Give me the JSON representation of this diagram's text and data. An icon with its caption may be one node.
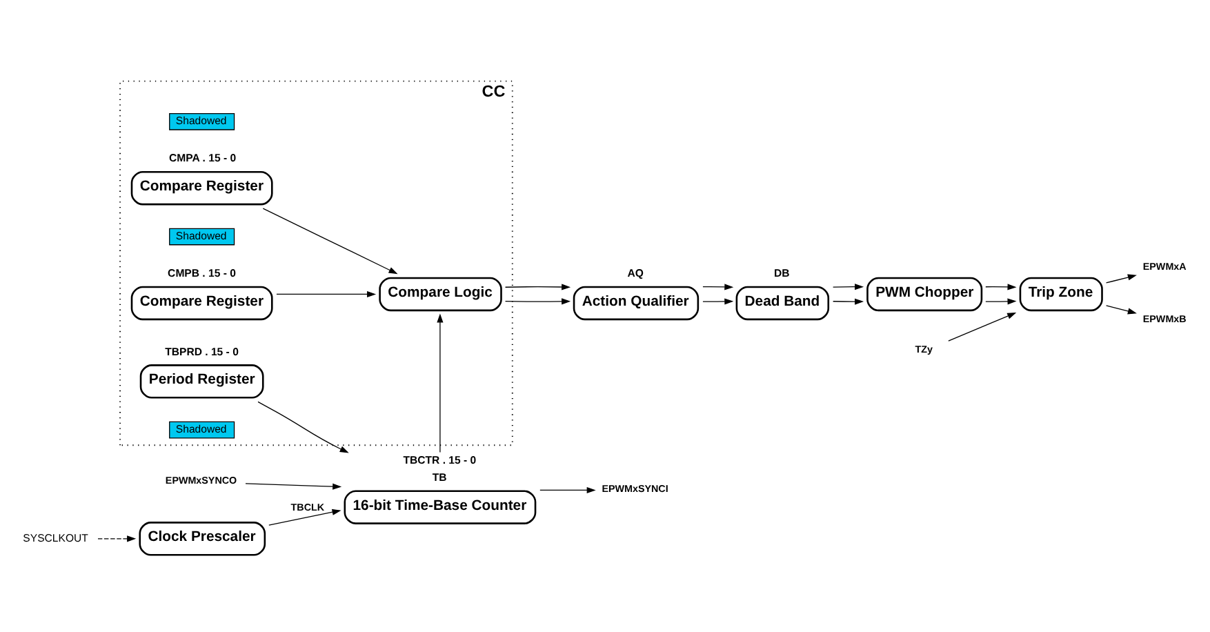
{
  "diagram": {
    "nodes": [
      {
        "text": [
          "Clock Prescaler"
        ]
      },
      {
        "text": [
          "CC"
        ]
      },
      {
        "text": [
          "Shadowed"
        ],
        "in": 1
      },
      {
        "text": [
          "Compare Register"
        ],
        "in": 1,
        "beside": [
          "CMPA . 15 - 0"
        ]
      },
      {
        "text": [
          "Shadowed"
        ],
        "in": 1
      },
      {
        "text": [
          "Compare Register"
        ],
        "in": 1,
        "beside": [
          "CMPB . 15 - 0"
        ]
      },
      {
        "text": [
          "16-bit Time-Base Counter"
        ],
        "beside": [
          "TBCTR . 15 - 0",
          "TB"
        ]
      },
      {
        "text": [
          "Compare Logic"
        ],
        "in": 1
      },
      {
        "text": [
          "Action Qualifier"
        ],
        "beside": [
          "AQ"
        ]
      },
      {
        "text": [
          "Dead Band"
        ],
        "beside": [
          "DB"
        ]
      },
      {
        "text": [
          "EPWMxSYNCI"
        ]
      },
      {
        "text": [
          "EPWMxSYNCO"
        ]
      },
      {
        "text": [
          "Period Register"
        ],
        "in": 1,
        "beside": [
          "TBPRD . 15 - 0"
        ]
      },
      {
        "text": [
          "Shadowed"
        ],
        "in": 1
      },
      {
        "text": [
          "PWM Chopper"
        ]
      },
      {
        "text": [
          "Trip Zone"
        ]
      },
      {
        "text": [
          "EPWMxA"
        ]
      },
      {
        "text": [
          "EPWMxB"
        ]
      },
      {
        "text": [
          "SYSCLKOUT"
        ]
      },
      {
        "text": [
          "TZy"
        ]
      }
    ],
    "edges": [
      {
        "from": 18,
        "to": 0,
        "arrow": "to",
        "style": "dashed"
      },
      {
        "from": 0,
        "to": 6,
        "arrow": "to",
        "label": "TBCLK"
      },
      {
        "from": 6,
        "to": 10,
        "arrow": "to"
      },
      {
        "from": 11,
        "to": 6,
        "arrow": "to"
      },
      {
        "from": 12,
        "to": 6,
        "arrow": "to"
      },
      {
        "from": 6,
        "to": 7,
        "arrow": "to"
      },
      {
        "from": 3,
        "to": 7,
        "arrow": "to"
      },
      {
        "from": 5,
        "to": 7,
        "arrow": "to"
      },
      {
        "from": 7,
        "to": 8,
        "arrow": "to"
      },
      {
        "from": 7,
        "to": 8,
        "arrow": "to"
      },
      {
        "from": 8,
        "to": 9,
        "arrow": "to"
      },
      {
        "from": 8,
        "to": 9,
        "arrow": "to"
      },
      {
        "from": 9,
        "to": 14,
        "arrow": "to"
      },
      {
        "from": 9,
        "to": 14,
        "arrow": "to"
      },
      {
        "from": 14,
        "to": 15,
        "arrow": "to"
      },
      {
        "from": 14,
        "to": 15,
        "arrow": "to"
      },
      {
        "from": 15,
        "to": 16,
        "arrow": "to"
      },
      {
        "from": 15,
        "to": 17,
        "arrow": "to"
      },
      {
        "from": 19,
        "to": 15,
        "arrow": "to"
      }
    ]
  }
}
